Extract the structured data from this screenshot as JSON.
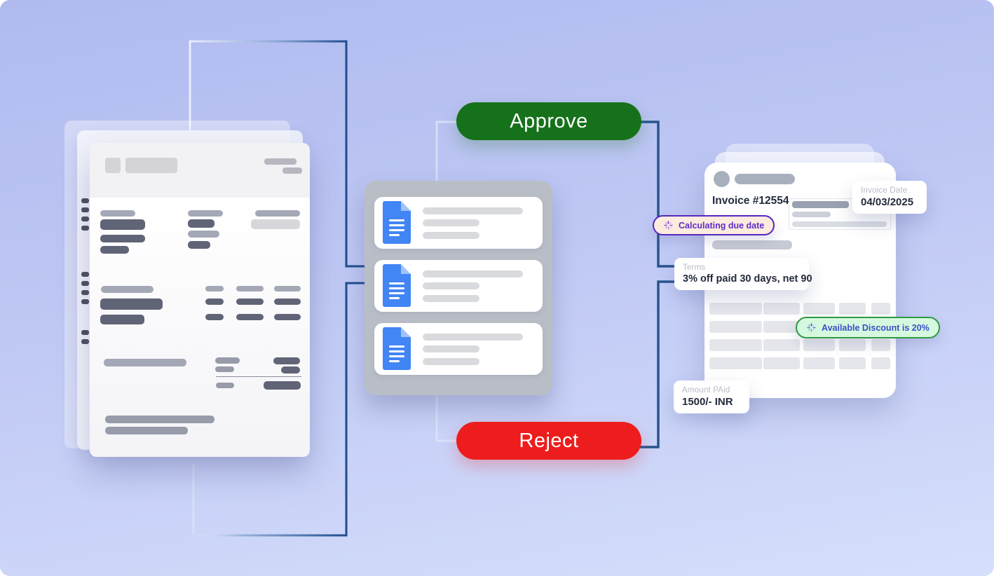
{
  "buttons": {
    "approve_label": "Approve",
    "reject_label": "Reject"
  },
  "source_invoice_stack": {
    "page_count": 3
  },
  "document_list": {
    "item_count": 3,
    "icon": "google-doc-icon"
  },
  "processed_invoice": {
    "number": "Invoice #12554",
    "invoice_date_label": "Invoice Date",
    "invoice_date_value": "04/03/2025",
    "calculating_badge": "Calculating due date",
    "terms_label": "Terms",
    "terms_value": "3% off paid 30 days, net 90",
    "discount_badge": "Available Discount is 20%",
    "amount_paid_label": "Amount PAid",
    "amount_paid_value": "1500/- INR"
  },
  "colors": {
    "approve_green": "#16711B",
    "reject_red": "#EC1D1C",
    "doc_icon_blue": "#4285F4",
    "connector_dark": "#27558F",
    "connector_light": "#D6E1F8",
    "calculating_border": "#5527BF",
    "calculating_bg": "#FCEBDF",
    "calculating_text": "#5F2CC9",
    "discount_border": "#2E9B43",
    "discount_bg": "#D5F9DF",
    "discount_text": "#3A4FC8",
    "background_top": "#B0BAEF",
    "background_bottom": "#D6DFFB"
  }
}
